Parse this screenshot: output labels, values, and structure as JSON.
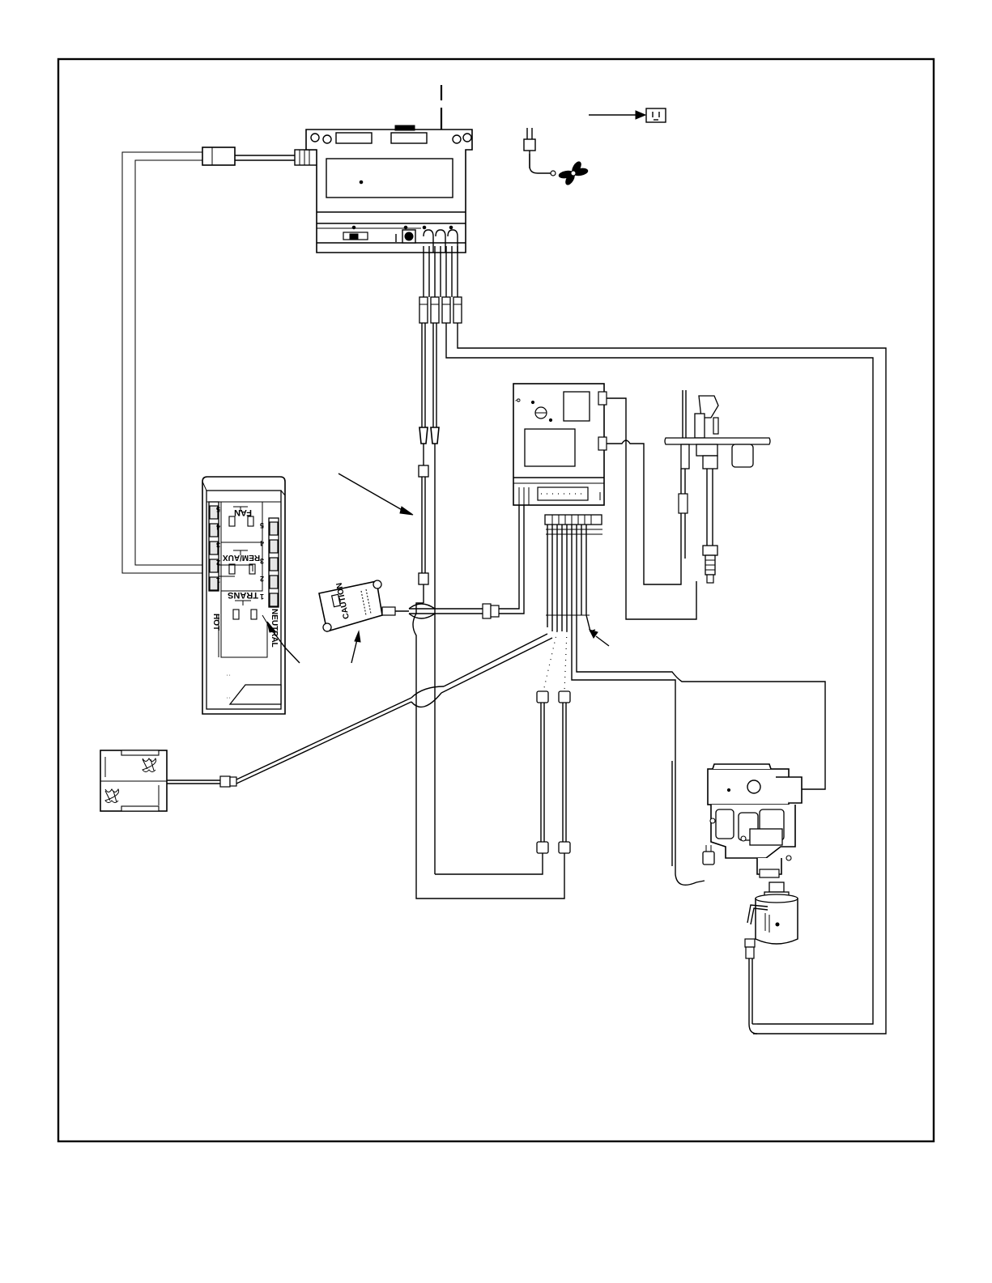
{
  "diagram": {
    "receptacle": {
      "fan_label": "FAN",
      "remaux_label": "REM/AUX",
      "trans_label": "TRANS",
      "hot_label": "HOT",
      "neutral_label": "NEUTRAL",
      "left_terminals": [
        "5",
        "4",
        "3",
        "2",
        "1"
      ],
      "right_terminals": [
        "5",
        "4",
        "3",
        "2",
        "1"
      ]
    },
    "transformer": {
      "caution_label": "CAUTION"
    },
    "colors": {
      "line": "#000000",
      "background": "#ffffff"
    }
  }
}
